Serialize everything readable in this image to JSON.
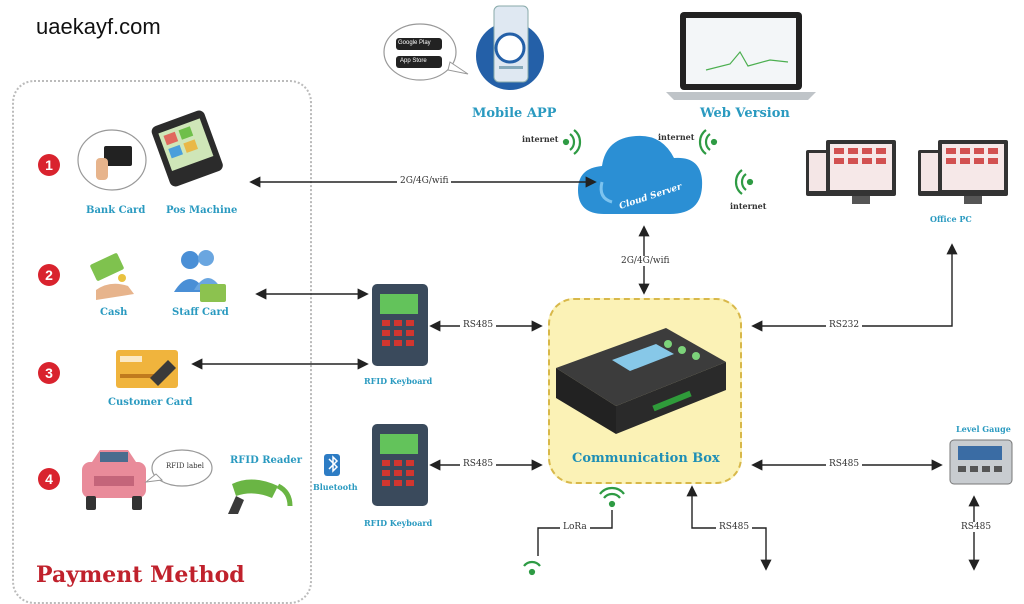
{
  "watermark": "uaekayf.com",
  "steps": [
    "1",
    "2",
    "3",
    "4"
  ],
  "labels": {
    "bank_card": "Bank Card",
    "pos_machine": "Pos Machine",
    "cash": "Cash",
    "staff_card": "Staff Card",
    "customer_card": "Customer Card",
    "rfid_reader": "RFID Reader",
    "rfid_label": "RFID label",
    "bluetooth": "Bluetooth",
    "rfid_keyboard_1": "RFID Keyboard",
    "rfid_keyboard_2": "RFID Keyboard",
    "mobile_app": "Mobile APP",
    "web_version": "Web Version",
    "cloud_server": "Cloud Server",
    "office_pc": "Office PC",
    "communication_box": "Communication Box",
    "level_gauge": "Level Gauge",
    "google_play": "Google Play",
    "app_store": "App Store"
  },
  "links": {
    "pos_to_cloud": "2G/4G/wifi",
    "cloud_to_box": "2G/4G/wifi",
    "kb1_to_box": "RS485",
    "kb2_to_box": "RS485",
    "box_to_pc": "RS232",
    "box_to_gauge": "RS485",
    "box_down": "RS485",
    "gauge_down": "RS485",
    "lora": "LoRa"
  },
  "internet": [
    "internet",
    "internet",
    "internet"
  ],
  "footer_title": "Payment Method"
}
